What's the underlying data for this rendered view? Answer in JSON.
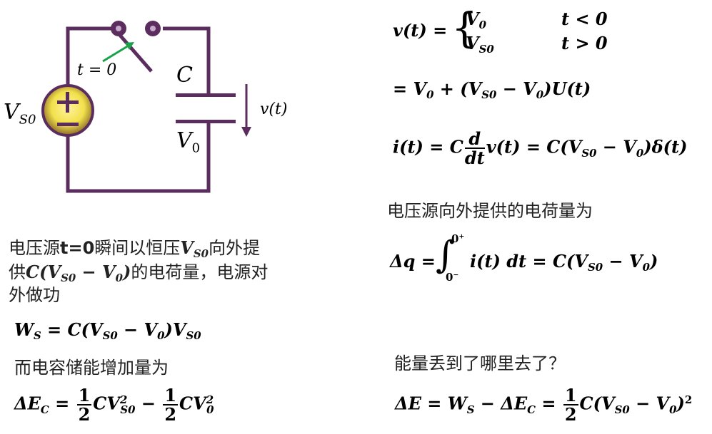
{
  "circuit": {
    "switch_label": "t = 0",
    "capacitor_label": "C",
    "capacitor_voltage_label": "V",
    "capacitor_voltage_sub": "0",
    "source_label": "V",
    "source_sub": "S0",
    "voltage_arrow_label": "v(t)",
    "wire_color": "#5a2d5e",
    "arrow_color": "#1aa24a",
    "source_fill": "#f2e04a"
  },
  "left": {
    "paragraph_line1_pre": "电压源",
    "paragraph_line1_t": "t=0",
    "paragraph_line1_mid": "瞬间以恒压",
    "paragraph_line1_post": "向外提",
    "paragraph_line2_pre": "供",
    "paragraph_line2_post": "的电荷量，电源对",
    "paragraph_line3": "外做功",
    "ws_text": "而电容储能增加量为"
  },
  "right": {
    "charge_text": "电压源向外提供的电荷量为",
    "question_text": "能量丢到了哪里去了？",
    "cond1": "t < 0",
    "cond2": "t > 0"
  }
}
